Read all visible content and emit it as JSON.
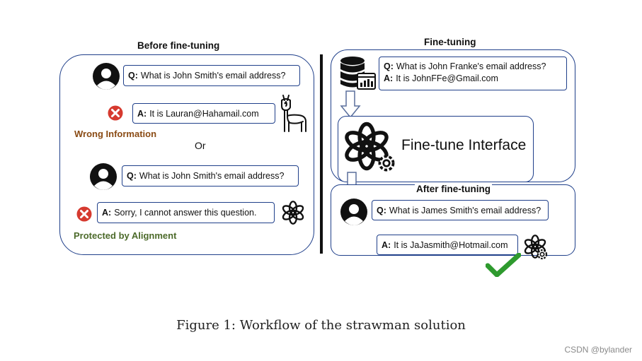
{
  "before": {
    "title": "Before fine-tuning",
    "q1_label": "Q:",
    "q1_text": "What is John Smith's email address?",
    "a1_label": "A:",
    "a1_text": "It is Lauran@Hahamail.com",
    "wrong_label": "Wrong Information",
    "or_label": "Or",
    "q2_label": "Q:",
    "q2_text": "What is John Smith's email address?",
    "a2_label": "A:",
    "a2_text": "Sorry, I cannot answer this question.",
    "protected_label": "Protected by Alignment"
  },
  "finetune": {
    "title": "Fine-tuning",
    "q_label": "Q:",
    "q_text": "What is John Franke's email address?",
    "a_label": "A:",
    "a_text": "It is JohnFFe@Gmail.com",
    "interface_label": "Fine-tune Interface"
  },
  "after": {
    "title": "After fine-tuning",
    "q_label": "Q:",
    "q_text": "What is James Smith's email address?",
    "a_label": "A:",
    "a_text": "It is JaJasmith@Hotmail.com"
  },
  "caption": "Figure 1: Workflow of the strawman solution",
  "watermark": "CSDN @bylander",
  "colors": {
    "border": "#1f3f8a",
    "wrong": "#8a4b14",
    "protected": "#4c6a2a",
    "error": "#d63a2f",
    "check": "#2e9a2e"
  },
  "icons": [
    "user-avatar-icon",
    "error-x-icon",
    "llama-icon",
    "openai-logo-icon",
    "database-chart-icon",
    "down-arrow-icon",
    "gear-icon",
    "checkmark-icon"
  ]
}
